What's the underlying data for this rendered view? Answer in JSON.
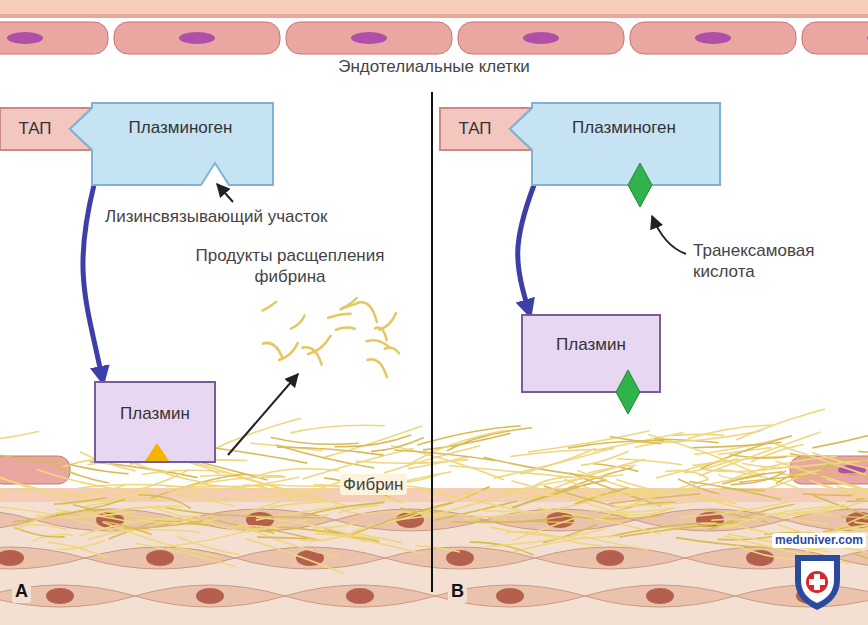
{
  "diagram": {
    "nodes": [
      {
        "text": [
          "ТАП"
        ]
      },
      {
        "text": [
          "Плазминоген"
        ]
      },
      {
        "text": [
          "Плазмин"
        ]
      },
      {
        "text": [
          "ТАП"
        ]
      },
      {
        "text": [
          "Плазминоген"
        ]
      },
      {
        "text": [
          "Плазмин"
        ]
      }
    ],
    "edges": [
      {
        "from": 1,
        "to": 2,
        "arrow": "to"
      },
      {
        "from": 4,
        "to": 5,
        "arrow": "to"
      }
    ],
    "labels": [
      "Эндотелиальные клетки",
      "Лизинсвязывающий участок",
      "Продукты расщепления фибрина",
      "Фибрин",
      "Транексамовая кислота",
      "А",
      "В",
      "meduniver.com"
    ]
  }
}
